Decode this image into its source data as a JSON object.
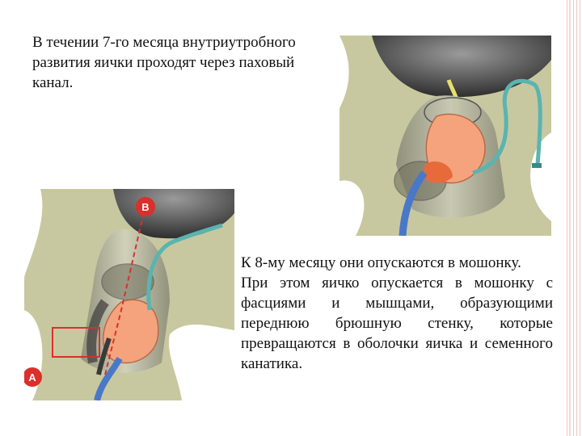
{
  "slide": {
    "paragraph_top": "В течении 7-го месяца внутриутробного развития яички проходят через паховый канал.",
    "paragraph_bottom_1": "К 8-му месяцу они опускаются в мошонку.",
    "paragraph_bottom_2": "При этом яичко опускается в мошонку с фасциями и мышцами, образующими переднюю брюшную стенку, которые превращаются в оболочки яичка и семенного канатика."
  },
  "illustration_bottom": {
    "marker_b": "B",
    "marker_a": "A"
  },
  "colors": {
    "background_tissue": "#c8c8a0",
    "testis": "#f4a37d",
    "vas_deferens": "#5ab4b0",
    "vessel_blue": "#4a78c8",
    "marker_red": "#d9302b"
  }
}
